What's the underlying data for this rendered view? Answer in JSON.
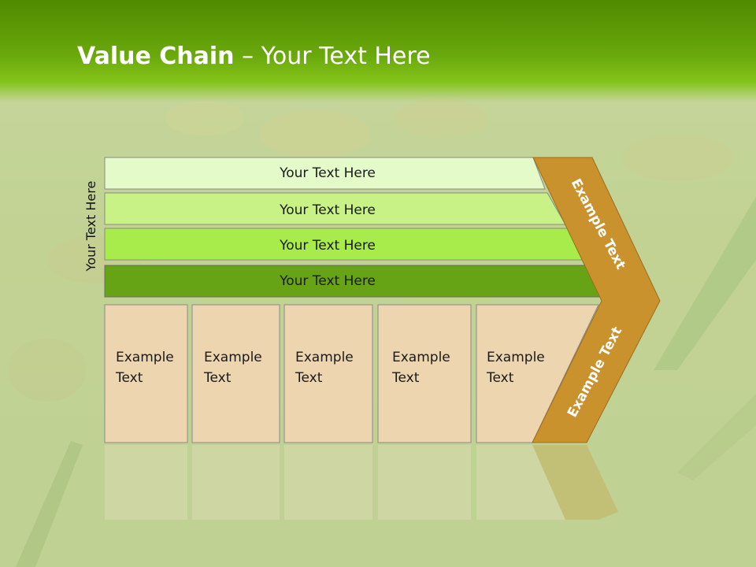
{
  "slide": {
    "title_bold": "Value Chain",
    "title_rest": " – Your Text Here",
    "side_label": "Your Text Here"
  },
  "bars": [
    {
      "label": "Your Text Here",
      "color": "#e4fac8"
    },
    {
      "label": "Your Text Here",
      "color": "#c8f285"
    },
    {
      "label": "Your Text Here",
      "color": "#a8ec4b"
    },
    {
      "label": "Your Text Here",
      "color": "#66a415"
    }
  ],
  "cells": [
    {
      "line1": "Example",
      "line2": "Text"
    },
    {
      "line1": "Example",
      "line2": "Text"
    },
    {
      "line1": "Example",
      "line2": "Text"
    },
    {
      "line1": "Example",
      "line2": "Text"
    },
    {
      "line1": "Example",
      "line2": "Text"
    }
  ],
  "arrow": {
    "upper_label": "Example Text",
    "lower_label": "Example Text",
    "color": "#c9922d"
  },
  "colors": {
    "title_bar": "#5f9f07",
    "cell_fill": "#edd6af",
    "cell_stroke": "#8a8a8a"
  }
}
